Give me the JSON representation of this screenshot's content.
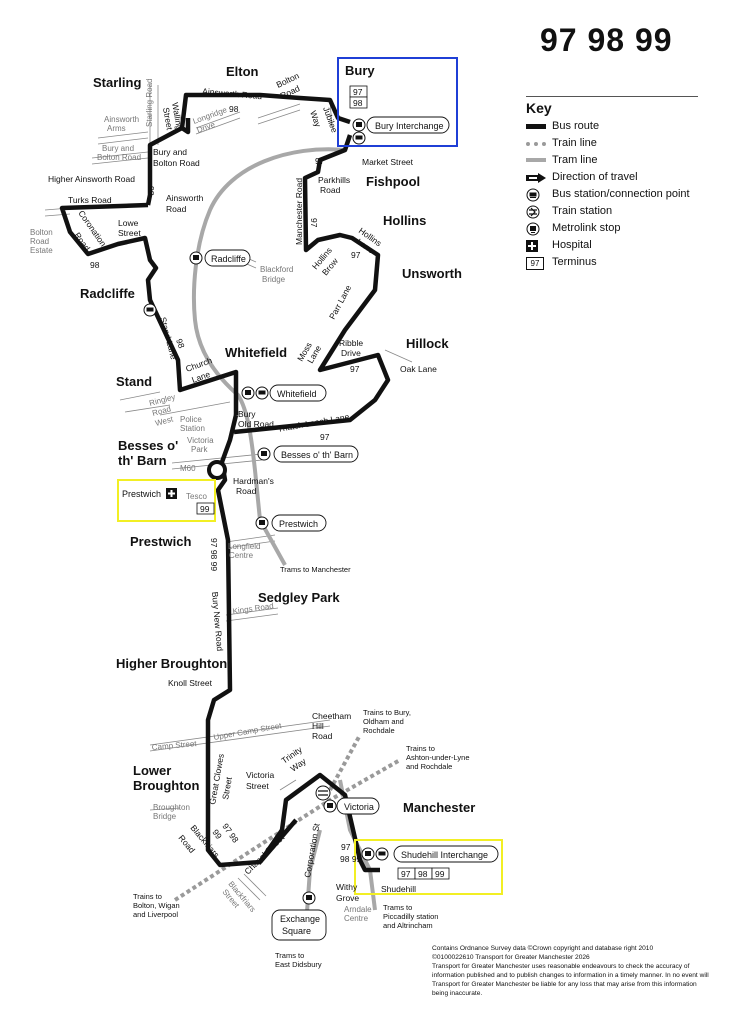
{
  "header": {
    "route_numbers": "97 98 99"
  },
  "key": {
    "title": "Key",
    "items": [
      {
        "label": "Bus route",
        "icon": "bus-route-line"
      },
      {
        "label": "Train line",
        "icon": "train-line-dashed"
      },
      {
        "label": "Tram line",
        "icon": "tram-line-grey"
      },
      {
        "label": "Direction of travel",
        "icon": "direction-arrow"
      },
      {
        "label": "Bus station/connection point",
        "icon": "bus-station-icon"
      },
      {
        "label": "Train station",
        "icon": "train-station-icon"
      },
      {
        "label": "Metrolink stop",
        "icon": "metrolink-icon"
      },
      {
        "label": "Hospital",
        "icon": "hospital-icon"
      },
      {
        "label": "Terminus",
        "icon": "terminus-box",
        "box_text": "97"
      }
    ]
  },
  "places": {
    "starling": "Starling",
    "elton": "Elton",
    "bury": "Bury",
    "fishpool": "Fishpool",
    "hollins": "Hollins",
    "unsworth": "Unsworth",
    "radcliffe": "Radcliffe",
    "whitefield": "Whitefield",
    "hillock": "Hillock",
    "stand": "Stand",
    "besses": "Besses o'",
    "besses2": "th' Barn",
    "prestwich": "Prestwich",
    "sedgley": "Sedgley Park",
    "higher_broughton": "Higher Broughton",
    "lower_broughton1": "Lower",
    "lower_broughton2": "Broughton",
    "manchester": "Manchester"
  },
  "roads": {
    "ainsworth_road_top": "Ainsworth Road",
    "bolton_road": "Bolton",
    "bolton_road2": "Road",
    "walshaw1": "Walling",
    "walshaw2": "Street",
    "jubilee": "Jubilee",
    "jubilee2": "Way",
    "longridge": "Longridge",
    "longridge2": "Drive",
    "starling_road": "Starling Road",
    "ainsworth_arms": "Ainsworth",
    "ainsworth_arms2": "Arms",
    "bury_bolton_grey": "Bury and",
    "bury_bolton_grey2": "Bolton Road",
    "bury_bolton": "Bury and",
    "bury_bolton2": "Bolton Road",
    "higher_ainsworth": "Higher Ainsworth Road",
    "turks_road": "Turks Road",
    "ainsworth_road": "Ainsworth",
    "ainsworth_road2": "Road",
    "coronation": "Coronation",
    "coronation2": "Road",
    "lowe_street": "Lowe",
    "lowe_street2": "Street",
    "bolton_road_estate": "Bolton",
    "bolton_road_estate2": "Road",
    "bolton_road_estate3": "Estate",
    "market_street": "Market Street",
    "parkhills": "Parkhills",
    "parkhills2": "Road",
    "manchester_road": "Manchester Road",
    "hollins_lane": "Hollins",
    "hollins_lane2": "Lane",
    "hollins_brow": "Hollins",
    "hollins_brow2": "Brow",
    "blackford": "Blackford",
    "blackford2": "Bridge",
    "parr_lane": "Parr Lane",
    "ribble": "Ribble",
    "ribble2": "Drive",
    "moss_lane": "Moss",
    "moss_lane2": "Lane",
    "oak_lane": "Oak Lane",
    "stand_lane": "Stand Lane",
    "church_lane": "Church",
    "church_lane2": "Lane",
    "ringley": "Ringley",
    "ringley2": "Road",
    "ringley3": "West",
    "police": "Police",
    "police2": "Station",
    "victoria_park": "Victoria",
    "victoria_park2": "Park",
    "bury_old_road": "Bury",
    "bury_old_road2": "Old Road",
    "thatch_leach": "Thatch Leach Lane",
    "m60": "M60",
    "hardmans": "Hardman's",
    "hardmans2": "Road",
    "tesco": "Tesco",
    "longfield": "Longfield",
    "longfield2": "Centre",
    "trams_manchester": "Trams to Manchester",
    "kings_road": "Kings Road",
    "bury_new_road": "Bury New Road",
    "knoll_street": "Knoll Street",
    "upper_camp": "Upper Camp Street",
    "camp_street": "Camp Street",
    "great_clowes": "Great Clowes",
    "great_clowes2": "Street",
    "broughton_bridge": "Broughton",
    "broughton_bridge2": "Bridge",
    "blackfriars": "Blackfriars",
    "blackfriars2": "Road",
    "victoria_street": "Victoria",
    "victoria_street2": "Street",
    "trinity": "Trinity",
    "trinity2": "Way",
    "chapel_street": "Chapel Street",
    "corporation": "Corporation St",
    "cheetham": "Cheetham",
    "cheetham2": "Hill",
    "cheetham3": "Road",
    "withy": "Withy",
    "withy2": "Grove",
    "arndale": "Arndale",
    "arndale2": "Centre",
    "blackfriars_st": "Blackfriars",
    "blackfriars_st2": "Street",
    "trains_bury": "Trains to Bury,",
    "trains_bury2": "Oldham and",
    "trains_bury3": "Rochdale",
    "trains_ashton": "Trains to",
    "trains_ashton2": "Ashton-under-Lyne",
    "trains_ashton3": "and Rochdale",
    "trains_bolton": "Trains to",
    "trains_bolton2": "Bolton, Wigan",
    "trains_bolton3": "and Liverpool",
    "trams_piccadilly": "Trams to",
    "trams_piccadilly2": "Piccadilly station",
    "trams_piccadilly3": "and Altrincham",
    "trams_didsbury": "Trams to",
    "trams_didsbury2": "East Didsbury",
    "shudehill": "Shudehill"
  },
  "stops": {
    "bury_interchange": "Bury Interchange",
    "radcliffe": "Radcliffe",
    "whitefield": "Whitefield",
    "besses": "Besses o' th' Barn",
    "prestwich": "Prestwich",
    "victoria": "Victoria",
    "shudehill_interchange": "Shudehill Interchange",
    "exchange_square": "Exchange",
    "exchange_square2": "Square",
    "prestwich_hospital": "Prestwich"
  },
  "route_labels": {
    "r97": "97",
    "r98": "98",
    "r99": "99",
    "bury_term_97": "97",
    "bury_term_98": "98",
    "tesco_term_99": "99",
    "shude_97": "97",
    "shude_98": "98",
    "shude_99": "99",
    "bury_new_road_nums": "97  98  99",
    "bf_nums": "97  98",
    "bf_nums2": "99",
    "man_97": "97",
    "man_9899": "98 99"
  },
  "credits": [
    "Contains Ordnance Survey data ©Crown copyright and database right 2010",
    "©0100022610 Transport for Greater Manchester 2026",
    "Transport for Greater Manchester uses reasonable endeavours to check the accuracy of information published and to publish changes to information in a timely manner. In no event will Transport for Greater Manchester be liable for any loss that may arise from this information being inaccurate."
  ],
  "colors": {
    "route": "#111111",
    "tram": "#a8a8a8",
    "train": "#9a9a9a",
    "highlight_blue": "#1f3fd6",
    "highlight_yellow": "#f2ef24"
  }
}
